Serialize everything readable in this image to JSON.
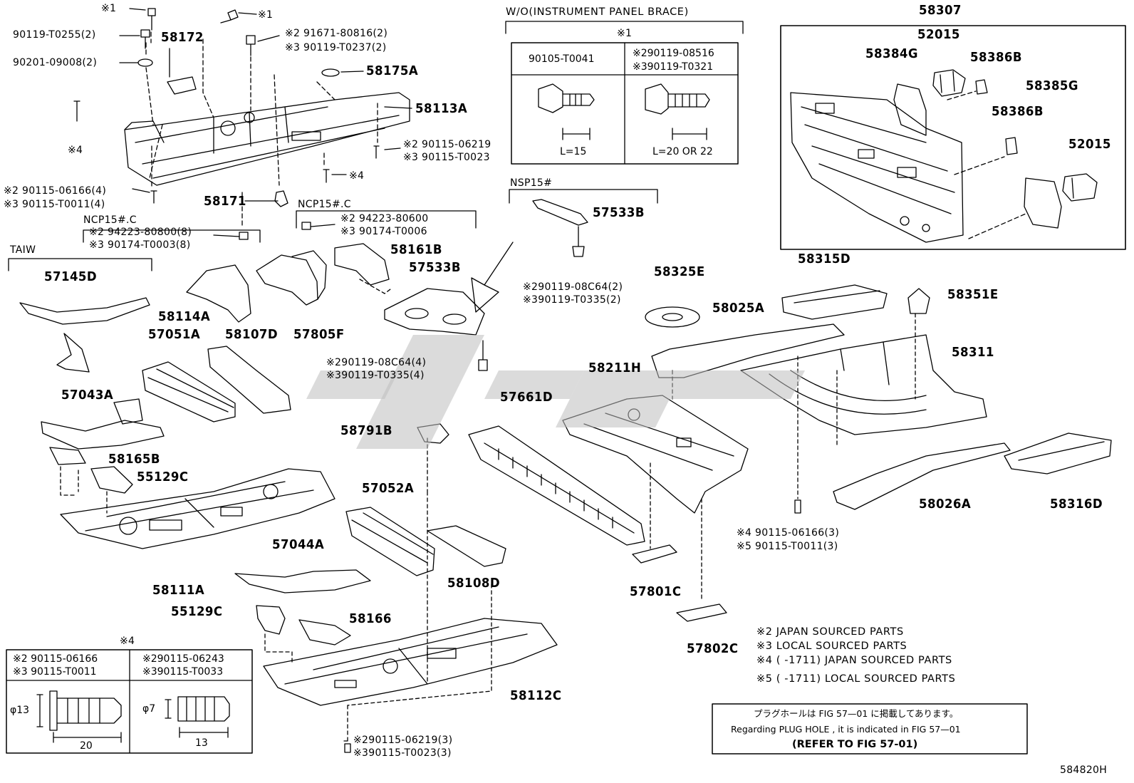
{
  "diagram_code": "584820H",
  "parts": [
    {
      "id": "58307",
      "label": "58307"
    },
    {
      "id": "52015a",
      "label": "52015"
    },
    {
      "id": "58384G",
      "label": "58384G"
    },
    {
      "id": "58386B-1",
      "label": "58386B"
    },
    {
      "id": "58385G",
      "label": "58385G"
    },
    {
      "id": "58386B-2",
      "label": "58386B"
    },
    {
      "id": "52015b",
      "label": "52015"
    },
    {
      "id": "58172",
      "label": "58172"
    },
    {
      "id": "58175A",
      "label": "58175A"
    },
    {
      "id": "58113A",
      "label": "58113A"
    },
    {
      "id": "58171",
      "label": "58171"
    },
    {
      "id": "57533B-1",
      "label": "57533B"
    },
    {
      "id": "57533B-2",
      "label": "57533B"
    },
    {
      "id": "58161B",
      "label": "58161B"
    },
    {
      "id": "58325E",
      "label": "58325E"
    },
    {
      "id": "58315D",
      "label": "58315D"
    },
    {
      "id": "58351E",
      "label": "58351E"
    },
    {
      "id": "58025A",
      "label": "58025A"
    },
    {
      "id": "58311",
      "label": "58311"
    },
    {
      "id": "57145D",
      "label": "57145D"
    },
    {
      "id": "58114A",
      "label": "58114A"
    },
    {
      "id": "58107D",
      "label": "58107D"
    },
    {
      "id": "57805F",
      "label": "57805F"
    },
    {
      "id": "57051A",
      "label": "57051A"
    },
    {
      "id": "57043A",
      "label": "57043A"
    },
    {
      "id": "58211H",
      "label": "58211H"
    },
    {
      "id": "57661D",
      "label": "57661D"
    },
    {
      "id": "58791B",
      "label": "58791B"
    },
    {
      "id": "58165B",
      "label": "58165B"
    },
    {
      "id": "55129C-1",
      "label": "55129C"
    },
    {
      "id": "57052A",
      "label": "57052A"
    },
    {
      "id": "57044A",
      "label": "57044A"
    },
    {
      "id": "58111A",
      "label": "58111A"
    },
    {
      "id": "58108D",
      "label": "58108D"
    },
    {
      "id": "57801C",
      "label": "57801C"
    },
    {
      "id": "58026A",
      "label": "58026A"
    },
    {
      "id": "58316D",
      "label": "58316D"
    },
    {
      "id": "55129C-2",
      "label": "55129C"
    },
    {
      "id": "58166",
      "label": "58166"
    },
    {
      "id": "57802C",
      "label": "57802C"
    },
    {
      "id": "58112C",
      "label": "58112C"
    }
  ],
  "fasteners": [
    {
      "id": "f1",
      "label": "※1"
    },
    {
      "id": "f2",
      "label": "※1"
    },
    {
      "id": "f3",
      "label": "90119-T0255(2)"
    },
    {
      "id": "f4",
      "label": "90201-09008(2)"
    },
    {
      "id": "f5",
      "label": "※2 91671-80816(2)"
    },
    {
      "id": "f6",
      "label": "※3 90119-T0237(2)"
    },
    {
      "id": "f7",
      "label": "※4"
    },
    {
      "id": "f8",
      "label": "※2  90115-06219"
    },
    {
      "id": "f9",
      "label": "※3  90115-T0023"
    },
    {
      "id": "f10",
      "label": "※4"
    },
    {
      "id": "f11",
      "label": "※2 90115-06166(4)"
    },
    {
      "id": "f12",
      "label": "※3 90115-T0011(4)"
    },
    {
      "id": "f13",
      "label": "※2 94223-80800(8)"
    },
    {
      "id": "f14",
      "label": "※3 90174-T0003(8)"
    },
    {
      "id": "f15",
      "label": "※2 94223-80600"
    },
    {
      "id": "f16",
      "label": "※3 90174-T0006"
    },
    {
      "id": "f17",
      "label": "※290119-08C64(2)"
    },
    {
      "id": "f18",
      "label": "※390119-T0335(2)"
    },
    {
      "id": "f19",
      "label": "※290119-08C64(4)"
    },
    {
      "id": "f20",
      "label": "※390119-T0335(4)"
    },
    {
      "id": "f21",
      "label": "※4 90115-06166(3)"
    },
    {
      "id": "f22",
      "label": "※5  90115-T0011(3)"
    },
    {
      "id": "f23",
      "label": "※290115-06219(3)"
    },
    {
      "id": "f24",
      "label": "※390115-T0023(3)"
    }
  ],
  "groups": {
    "ncp15_left": "NCP15#.C",
    "ncp15_mid": "NCP15#.C",
    "taiw": "TAIW",
    "nsp15": "NSP15#",
    "wo_brace": "W/O(INSTRUMENT PANEL BRACE)"
  },
  "bolt_table_top": {
    "ref": "※1",
    "col1": {
      "part": "90105-T0041",
      "length": "L=15"
    },
    "col2": {
      "part_japan": "※290119-08516",
      "part_local": "※390119-T0321",
      "length": "L=20 OR 22"
    }
  },
  "bolt_table_bottom": {
    "ref": "※4",
    "col1": {
      "part_japan": "※2 90115-06166",
      "part_local": "※3 90115-T0011",
      "dia": "φ13",
      "length": "20"
    },
    "col2": {
      "part_japan": "※290115-06243",
      "part_local": "※390115-T0033",
      "dia": "φ7",
      "length": "13"
    }
  },
  "legend": [
    "※2  JAPAN SOURCED PARTS",
    "※3  LOCAL SOURCED PARTS",
    "※4 (      -1711) JAPAN SOURCED PARTS",
    "※5 (      -1711) LOCAL SOURCED PARTS"
  ],
  "note": {
    "jp": "プラグホールは FIG 57—01 に掲載してあります。",
    "en": "Regarding  PLUG  HOLE , it is indicated in FIG  57—01",
    "ref": "(REFER TO FIG 57-01)"
  }
}
